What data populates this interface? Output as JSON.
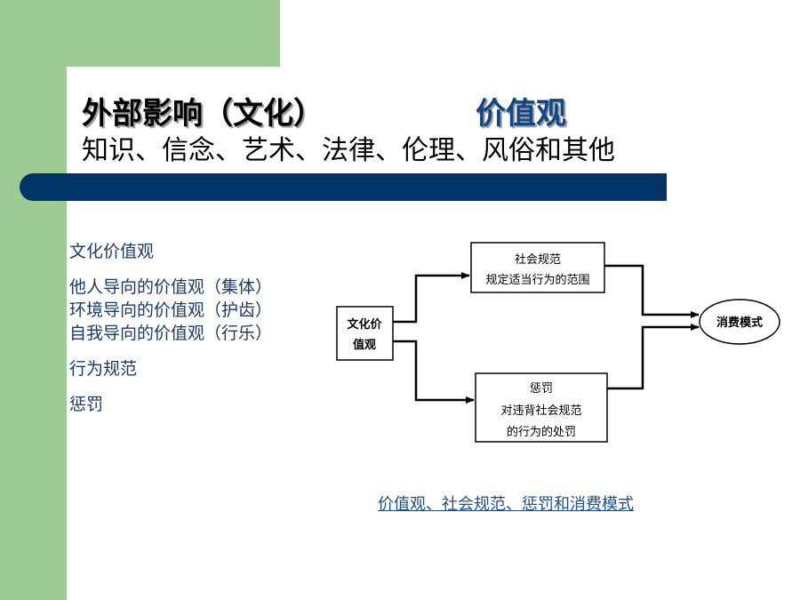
{
  "theme": {
    "green": "#9dcb93",
    "navy": "#003366",
    "accent": "#124584",
    "list_text": "#1a3a6e",
    "caption": "#1d4e8f"
  },
  "title": {
    "main": "外部影响（文化）",
    "accent": "价值观"
  },
  "subtitle": "知识、信念、艺术、法律、伦理、风俗和其他",
  "list": {
    "heading": "文化价值观",
    "items": [
      "他人导向的价值观（集体）",
      "环境导向的价值观（护齿）",
      "自我导向的价值观（行乐）"
    ],
    "norms": "行为规范",
    "punishment": "惩罚"
  },
  "diagram": {
    "source": [
      "文化价",
      "值观"
    ],
    "top_box": [
      "社会规范",
      "规定适当行为的范围"
    ],
    "bottom_box": [
      "惩罚",
      "对违背社会规范",
      "的行为的处罚"
    ],
    "target": "消费模式"
  },
  "caption": "价值观、社会规范、惩罚和消费模式"
}
